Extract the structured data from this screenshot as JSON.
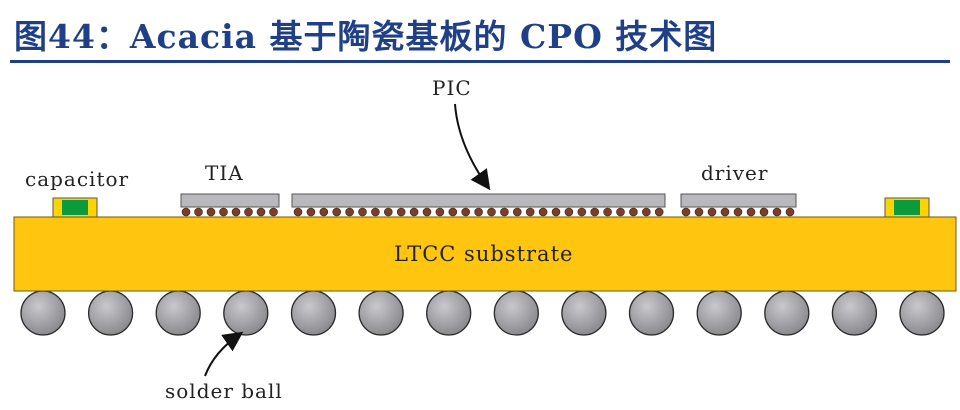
{
  "figure_title": "图44：Acacia 基于陶瓷基板的 CPO 技术图",
  "labels": {
    "pic": "PIC",
    "tia": "TIA",
    "driver": "driver",
    "capacitor": "capacitor",
    "substrate": "LTCC substrate",
    "solder_ball": "solder ball"
  },
  "colors": {
    "title": "#1f3f86",
    "substrate": "#ffc50f",
    "chip": "#b9b9bd",
    "bump": "#7a3f28",
    "capacitor_body": "#0c9a3c",
    "capacitor_end": "#ffd400",
    "solder_ball": "#a6a6aa"
  },
  "solder_ball_count": 14
}
